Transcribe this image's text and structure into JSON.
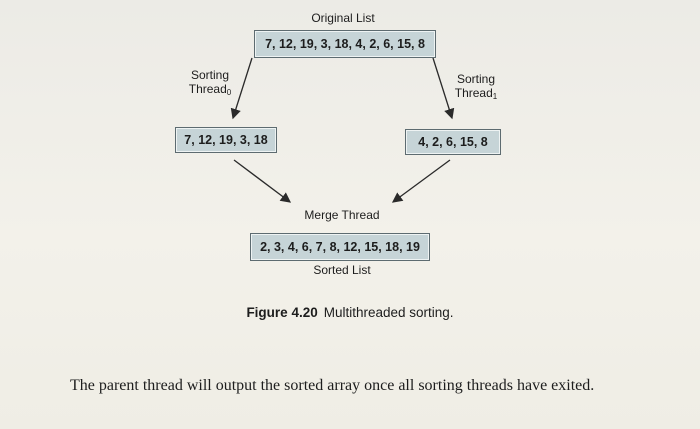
{
  "figure": {
    "original_label": "Original List",
    "original_list": "7, 12, 19, 3, 18, 4, 2, 6, 15, 8",
    "thread0": {
      "line1": "Sorting",
      "line2": "Thread",
      "sub": "0"
    },
    "thread1": {
      "line1": "Sorting",
      "line2": "Thread",
      "sub": "1"
    },
    "left_list": "7, 12, 19, 3, 18",
    "right_list": "4, 2, 6, 15, 8",
    "merge_label": "Merge Thread",
    "sorted_list": "2, 3, 4, 6, 7, 8, 12, 15, 18, 19",
    "sorted_label": "Sorted List"
  },
  "caption": {
    "number": "Figure 4.20",
    "text": "Multithreaded sorting."
  },
  "body_text": "The parent thread will output the sorted array once all sorting threads have exited."
}
